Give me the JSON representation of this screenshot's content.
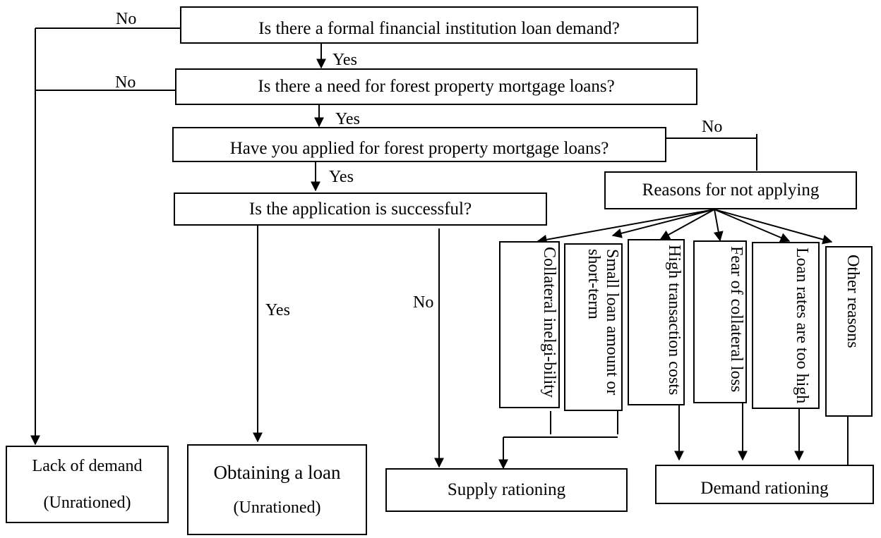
{
  "questions": {
    "q1": "Is there a formal financial institution loan demand?",
    "q2": "Is there a need for forest property mortgage loans?",
    "q3": "Have you applied for forest property mortgage loans?",
    "q4": "Is the application is successful?"
  },
  "reasons": {
    "title": "Reasons for not applying",
    "items": [
      "Collateral inelgi-bility",
      "Small loan amount or short-term",
      "High transaction costs",
      "Fear of collateral loss",
      "Loan rates are too high",
      "Other reasons"
    ]
  },
  "labels": {
    "yes": "Yes",
    "no": "No"
  },
  "outcomes": {
    "lack_of_demand": {
      "line1": "Lack of demand",
      "line2": "(Unrationed)"
    },
    "obtaining_loan": {
      "line1": "Obtaining a loan",
      "line2": "(Unrationed)"
    },
    "supply_rationing": "Supply rationing",
    "demand_rationing": "Demand rationing"
  }
}
